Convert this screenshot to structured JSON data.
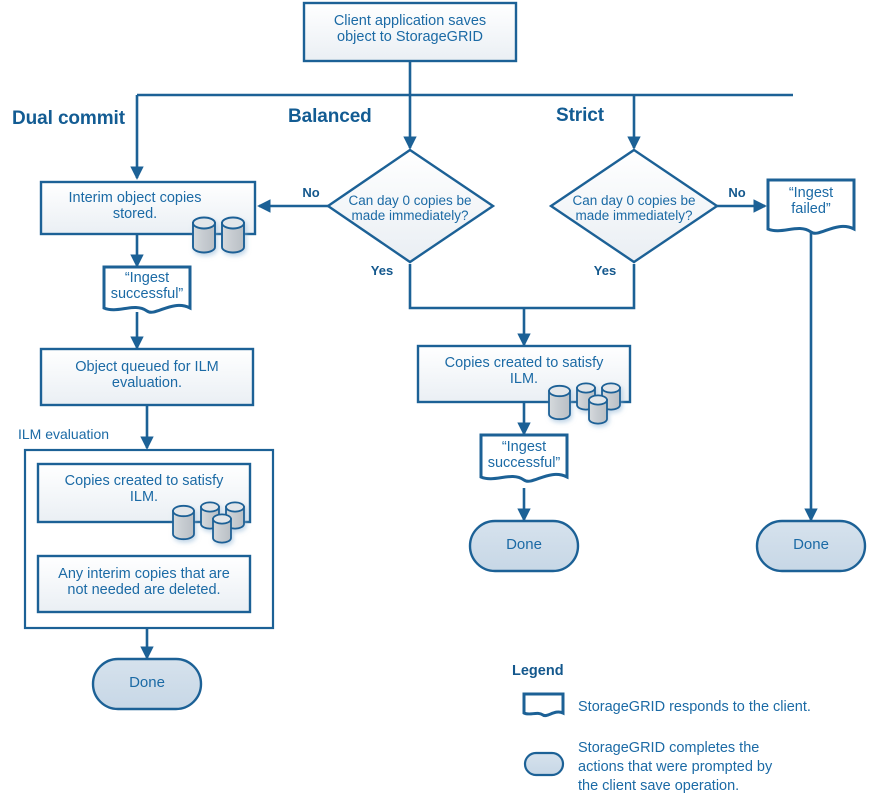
{
  "diagram": {
    "title": "StorageGRID ingest behavior flowchart",
    "colors": {
      "stroke": "#1c6196",
      "stroke_dark": "#14588d",
      "text": "#1b6aa5",
      "box_fill_top": "#ffffff",
      "box_fill_bottom": "#eef2f6",
      "terminator_fill": "#cfdde9",
      "cylinder_fill": "#c9cfd4",
      "background": "#ffffff"
    },
    "start": {
      "label": "Client application saves object to StorageGRID",
      "line1": "Client application saves",
      "line2": "object to StorageGRID"
    },
    "branches": [
      {
        "key": "dual_commit",
        "title": "Dual commit"
      },
      {
        "key": "balanced",
        "title": "Balanced"
      },
      {
        "key": "strict",
        "title": "Strict"
      }
    ],
    "dual_commit": {
      "interim_box": {
        "line1": "Interim object copies",
        "line2": "stored."
      },
      "ingest_banner": {
        "line1": "“Ingest",
        "line2": "successful”"
      },
      "queued_box": {
        "line1": "Object queued for ILM",
        "line2": "evaluation."
      },
      "group_label": "ILM evaluation",
      "copies_box": {
        "line1": "Copies created to satisfy",
        "line2": "ILM."
      },
      "deleted_box": {
        "line1": "Any interim copies that are",
        "line2": "not needed are deleted."
      },
      "done": "Done"
    },
    "balanced": {
      "decision": {
        "line1": "Can  day 0 copies be",
        "line2": "made immediately?"
      },
      "no_label": "No",
      "yes_label": "Yes"
    },
    "strict": {
      "decision": {
        "line1": "Can  day 0 copies be",
        "line2": "made immediately?"
      },
      "no_label": "No",
      "yes_label": "Yes",
      "failed_banner": {
        "line1": "“Ingest",
        "line2": "failed”"
      },
      "done": "Done"
    },
    "shared": {
      "copies_box": {
        "line1": "Copies created to satisfy",
        "line2": "ILM."
      },
      "ingest_banner": {
        "line1": "“Ingest",
        "line2": "successful”"
      },
      "done": "Done"
    },
    "legend": {
      "title": "Legend",
      "items": [
        {
          "shape": "banner",
          "text": "StorageGRID responds to the client.",
          "lines": [
            "StorageGRID responds to the client."
          ]
        },
        {
          "shape": "terminator",
          "text": "StorageGRID completes the actions that were prompted by the client save operation.",
          "lines": [
            "StorageGRID completes the",
            "actions that were prompted by",
            "the client save operation."
          ]
        }
      ]
    }
  }
}
